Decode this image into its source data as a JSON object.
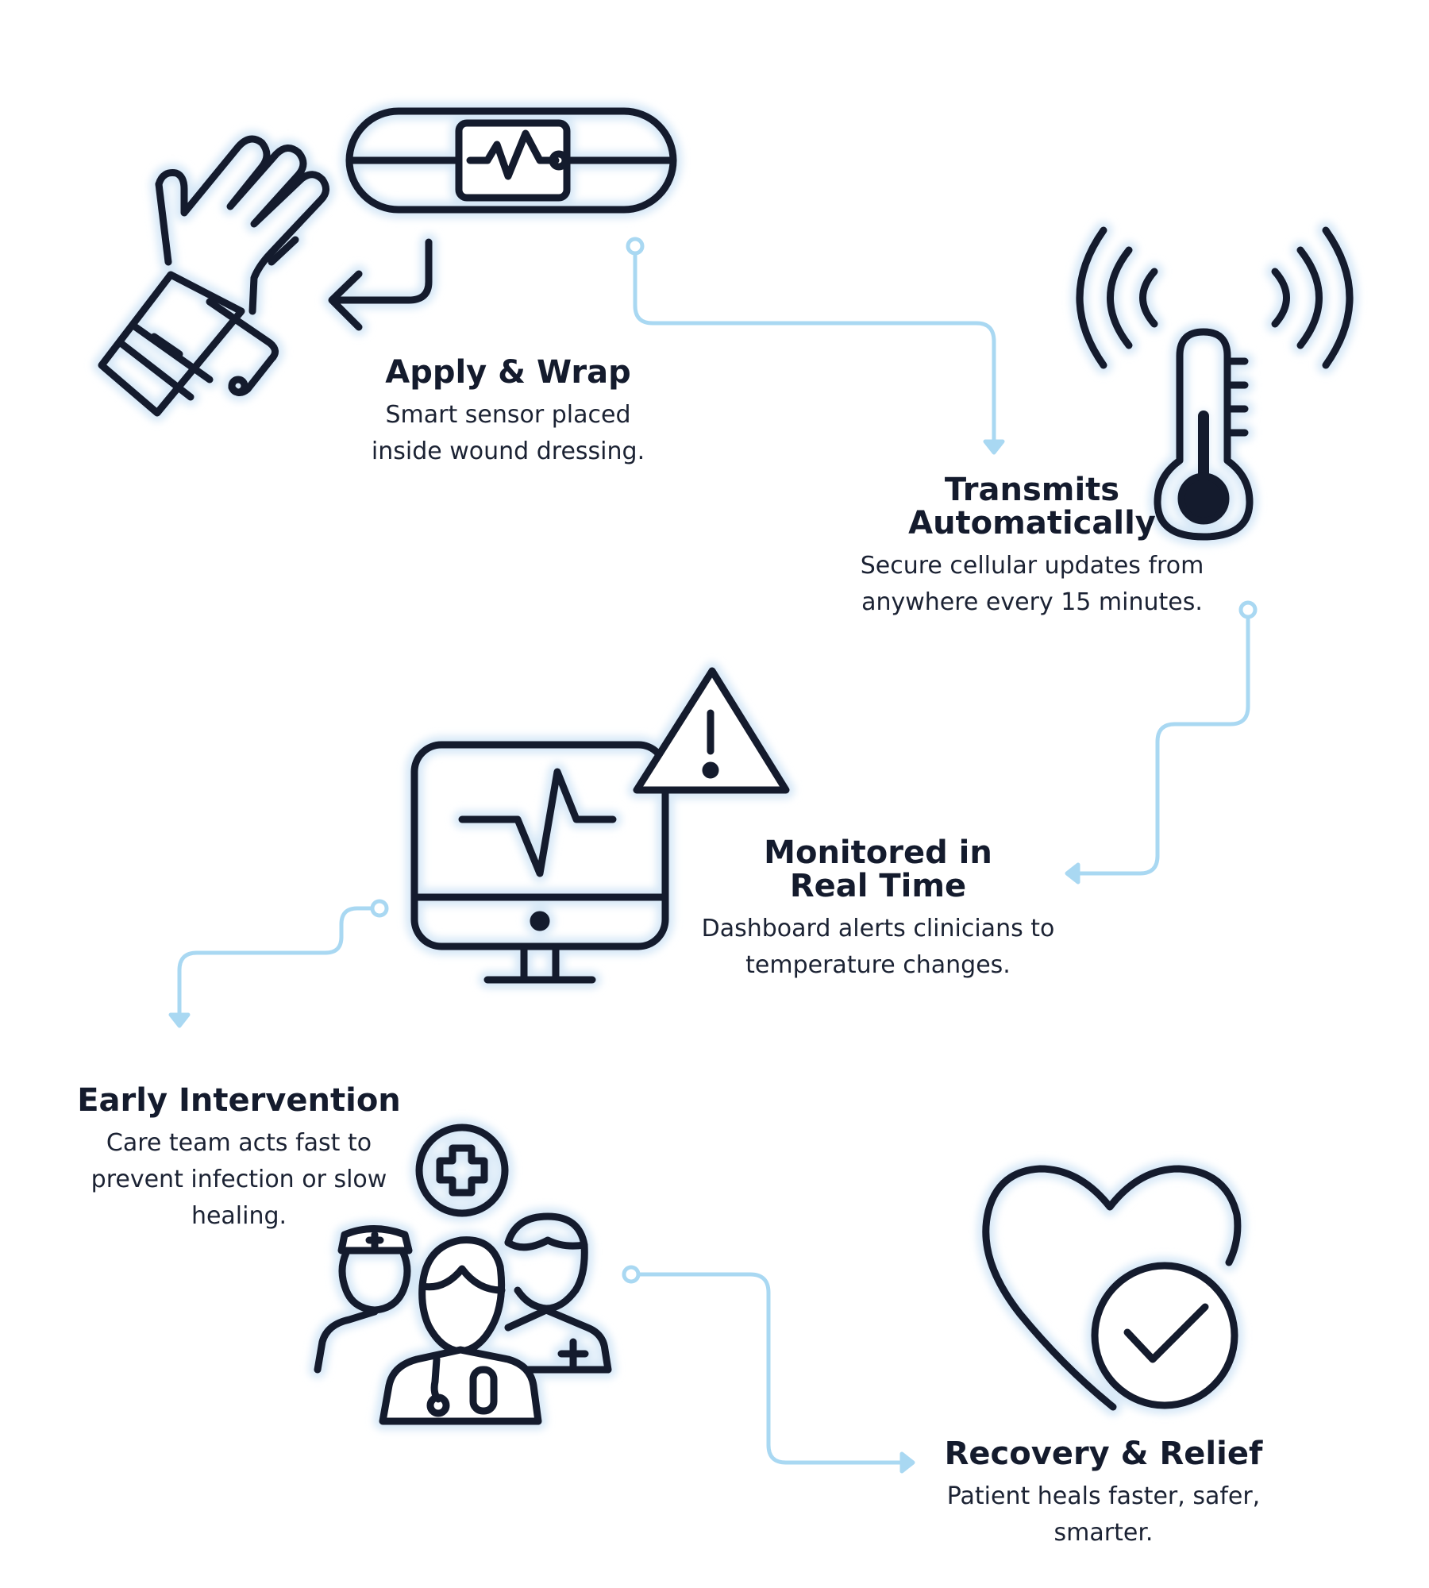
{
  "colors": {
    "ink": "#141b2d",
    "connector": "#a9d8f2",
    "glow": "#d7e8f7"
  },
  "steps": [
    {
      "title": "Apply & Wrap",
      "desc": "Smart sensor placed inside wound dressing.",
      "icon": "hand-with-bandage-sensor-icon"
    },
    {
      "title": "Transmits Automatically",
      "desc": "Secure cellular updates from anywhere every 15 minutes.",
      "icon": "thermometer-signal-icon"
    },
    {
      "title": "Monitored in Real Time",
      "desc": "Dashboard alerts clinicians to temperature changes.",
      "icon": "monitor-alert-icon"
    },
    {
      "title": "Early Intervention",
      "desc": "Care team acts fast to prevent infection or slow healing.",
      "icon": "medical-team-icon"
    },
    {
      "title": "Recovery & Relief",
      "desc": "Patient heals faster, safer, smarter.",
      "icon": "heart-check-icon"
    }
  ]
}
